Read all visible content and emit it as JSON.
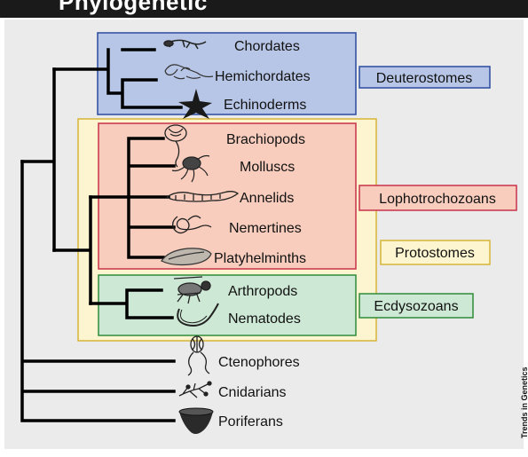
{
  "header": {
    "title": "Phylogenetic"
  },
  "taxa": {
    "chordates": "Chordates",
    "hemichordates": "Hemichordates",
    "echinoderms": "Echinoderms",
    "brachiopods": "Brachiopods",
    "molluscs": "Molluscs",
    "annelids": "Annelids",
    "nemertines": "Nemertines",
    "platyhelminths": "Platyhelminths",
    "arthropods": "Arthropods",
    "nematodes": "Nematodes",
    "ctenophores": "Ctenophores",
    "cnidarians": "Cnidarians",
    "poriferans": "Poriferans"
  },
  "groups": {
    "deuterostomes": "Deuterostomes",
    "lophotrochozoans": "Lophotrochozoans",
    "protostomes": "Protostomes",
    "ecdysozoans": "Ecdysozoans"
  },
  "colors": {
    "deuterostomes_fill": "#b7c6e6",
    "deuterostomes_border": "#2a4aa0",
    "protostomes_fill": "#fdf5cf",
    "protostomes_border": "#d6b437",
    "lophotrochozoans_fill": "#f8cdbd",
    "lophotrochozoans_border": "#c8324a",
    "ecdysozoans_fill": "#cde8d4",
    "ecdysozoans_border": "#2e8b3a"
  },
  "credit": "Trends in Genetics"
}
